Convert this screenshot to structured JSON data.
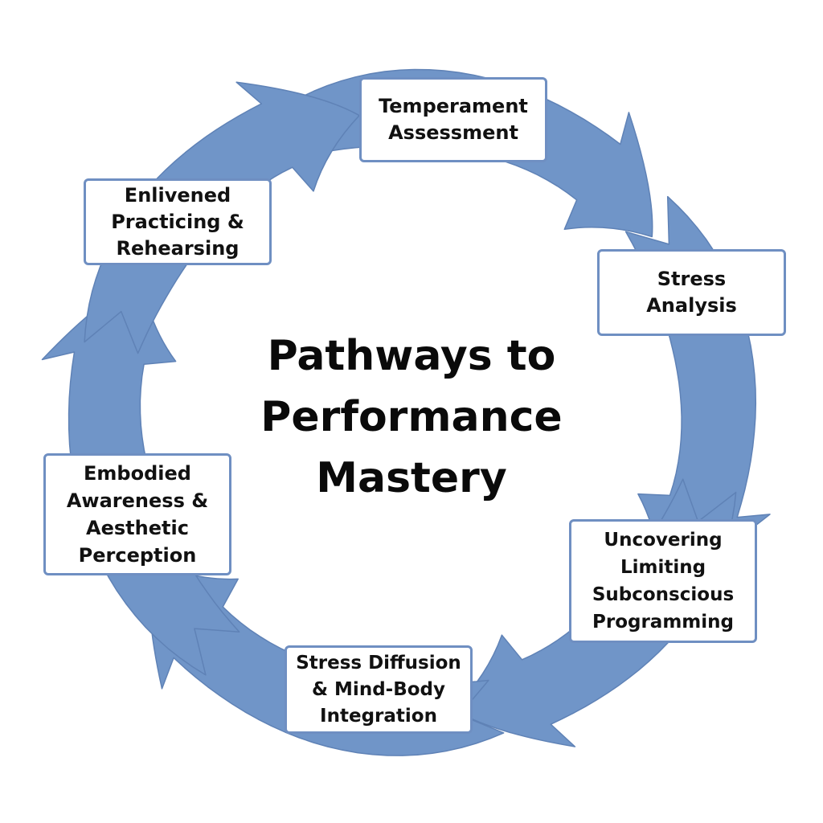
{
  "diagram": {
    "title": "Pathways to\nPerformance\nMastery",
    "arrow_color": "#7095c8",
    "arrow_edge_color": "#5f82b6",
    "box_border_color": "#6f8fc2",
    "steps": [
      {
        "id": "temperament",
        "label": "Temperament\nAssessment"
      },
      {
        "id": "stress-analysis",
        "label": "Stress\nAnalysis"
      },
      {
        "id": "uncovering",
        "label": "Uncovering\nLimiting\nSubconscious\nProgramming"
      },
      {
        "id": "stress-diffusion",
        "label": "Stress Diffusion\n& Mind-Body\nIntegration"
      },
      {
        "id": "embodied",
        "label": "Embodied\nAwareness &\nAesthetic\nPerception"
      },
      {
        "id": "enlivened",
        "label": "Enlivened\nPracticing &\nRehearsing"
      }
    ]
  }
}
